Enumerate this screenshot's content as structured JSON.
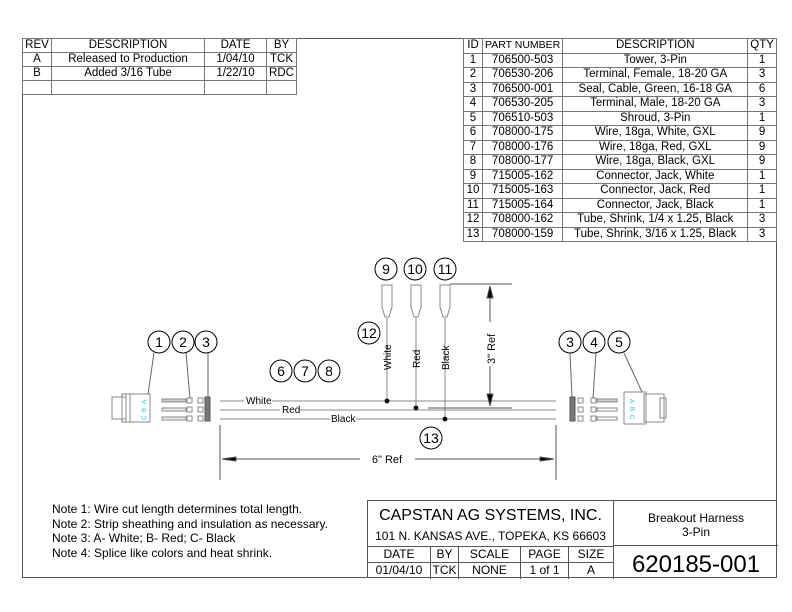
{
  "revisions": {
    "headers": [
      "REV",
      "DESCRIPTION",
      "DATE",
      "BY"
    ],
    "rows": [
      [
        "A",
        "Released to Production",
        "1/04/10",
        "TCK"
      ],
      [
        "B",
        "Added 3/16 Tube",
        "1/22/10",
        "RDC"
      ],
      [
        "",
        "",
        "",
        ""
      ]
    ]
  },
  "parts": {
    "headers": [
      "ID",
      "PART NUMBER",
      "DESCRIPTION",
      "QTY"
    ],
    "rows": [
      [
        "1",
        "706500-503",
        "Tower, 3-Pin",
        "1"
      ],
      [
        "2",
        "706530-206",
        "Terminal, Female, 18-20 GA",
        "3"
      ],
      [
        "3",
        "706500-001",
        "Seal, Cable, Green, 16-18 GA",
        "6"
      ],
      [
        "4",
        "706530-205",
        "Terminal, Male, 18-20 GA",
        "3"
      ],
      [
        "5",
        "706510-503",
        "Shroud, 3-Pin",
        "1"
      ],
      [
        "6",
        "708000-175",
        "Wire, 18ga, White, GXL",
        "9"
      ],
      [
        "7",
        "708000-176",
        "Wire, 18ga, Red, GXL",
        "9"
      ],
      [
        "8",
        "708000-177",
        "Wire, 18ga, Black, GXL",
        "9"
      ],
      [
        "9",
        "715005-162",
        "Connector, Jack, White",
        "1"
      ],
      [
        "10",
        "715005-163",
        "Connector, Jack, Red",
        "1"
      ],
      [
        "11",
        "715005-164",
        "Connector, Jack, Black",
        "1"
      ],
      [
        "12",
        "708000-162",
        "Tube, Shrink, 1/4 x 1.25, Black",
        "3"
      ],
      [
        "13",
        "708000-159",
        "Tube, Shrink, 3/16 x 1.25, Black",
        "3"
      ]
    ]
  },
  "diagram": {
    "balloons": {
      "b1": "1",
      "b2": "2",
      "b3": "3",
      "b6": "6",
      "b7": "7",
      "b8": "8",
      "b9": "9",
      "b10": "10",
      "b11": "11",
      "b12": "12",
      "b13": "13",
      "b3r": "3",
      "b4": "4",
      "b5": "5"
    },
    "wire_labels": {
      "white": "White",
      "red": "Red",
      "black": "Black"
    },
    "pin_labels_left": [
      "C",
      "B",
      "A"
    ],
    "pin_labels_right": [
      "A",
      "B",
      "C"
    ],
    "dim_length": "6\" Ref",
    "dim_height": "3\" Ref",
    "pin_color": "#00c8e0"
  },
  "notes": [
    "Note 1: Wire cut length determines total length.",
    "Note 2: Strip sheathing and insulation as necessary.",
    "Note 3: A- White; B- Red; C- Black",
    "Note 4: Splice like colors and heat shrink."
  ],
  "title_block": {
    "company": "CAPSTAN AG SYSTEMS, INC.",
    "address": "101 N. KANSAS AVE., TOPEKA, KS 66603",
    "title_line1": "Breakout Harness",
    "title_line2": "3-Pin",
    "headers": {
      "date": "DATE",
      "by": "BY",
      "scale": "SCALE",
      "page": "PAGE",
      "size": "SIZE"
    },
    "values": {
      "date": "01/04/10",
      "by": "TCK",
      "scale": "NONE",
      "page": "1 of 1",
      "size": "A"
    },
    "drawing_number": "620185-001"
  }
}
